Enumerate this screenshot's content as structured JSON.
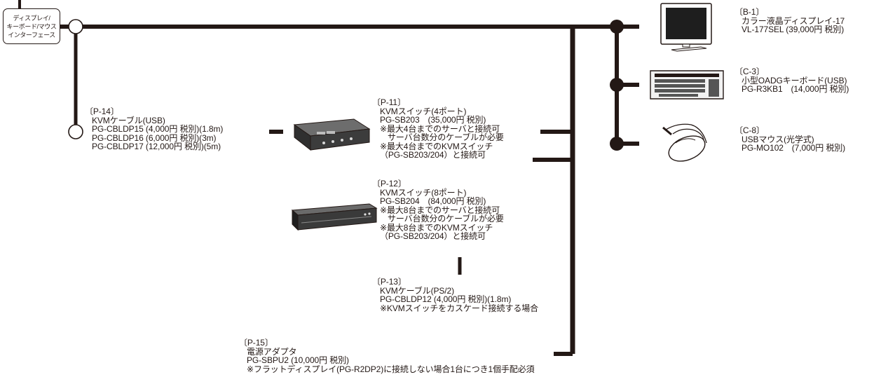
{
  "interface_box": {
    "lines": [
      "ディスプレイ/",
      "キーボード/マウス",
      "インターフェース"
    ]
  },
  "items": {
    "p14": {
      "code": "〔P-14〕",
      "name": "KVMケーブル(USB)",
      "lines": [
        "PG-CBLDP15 (4,000円 税別)(1.8m)",
        "PG-CBLDP16 (6,000円 税別)(3m)",
        "PG-CBLDP17 (12,000円 税別)(5m)"
      ]
    },
    "p11": {
      "code": "〔P-11〕",
      "name": "KVMスイッチ(4ポート)",
      "model": "PG-SB203　(35,000円 税別)",
      "notes": [
        "※最大4台までのサーバと接続可",
        "サーバ台数分のケーブルが必要",
        "※最大4台までのKVMスイッチ",
        "（PG-SB203/204）と接続可"
      ]
    },
    "p12": {
      "code": "〔P-12〕",
      "name": "KVMスイッチ(8ポート)",
      "model": "PG-SB204　(84,000円 税別)",
      "notes": [
        "※最大8台までのサーバと接続可",
        "サーバ台数分のケーブルが必要",
        "※最大8台までのKVMスイッチ",
        "（PG-SB203/204）と接続可"
      ]
    },
    "p13": {
      "code": "〔P-13〕",
      "name": "KVMケーブル(PS/2)",
      "model": "PG-CBLDP12 (4,000円 税別)(1.8m)",
      "note": "※KVMスイッチをカスケード接続する場合"
    },
    "p15": {
      "code": "〔P-15〕",
      "name": "電源アダプタ",
      "model": "PG-SBPU2 (10,000円 税別)",
      "note": "※フラットディスプレイ(PG-R2DP2)に接続しない場合1台につき1個手配必須"
    },
    "b1": {
      "code": "〔B-1〕",
      "name": "カラー液晶ディスプレイ-17",
      "model": "VL-177SEL (39,000円 税別)"
    },
    "c3": {
      "code": "〔C-3〕",
      "name": "小型OADGキーボード(USB)",
      "model": "PG-R3KB1　(14,000円 税別)"
    },
    "c8": {
      "code": "〔C-8〕",
      "name": "USBマウス(光学式)",
      "model": "PG-MO102　(7,000円 税別)"
    }
  },
  "icons": {
    "display": "lcd-monitor-icon",
    "keyboard": "keyboard-icon",
    "mouse": "usb-mouse-icon",
    "kvm4": "kvm-switch-4port-icon",
    "kvm8": "kvm-switch-8port-rack-icon"
  },
  "colors": {
    "line": "#231815",
    "background": "#ffffff"
  }
}
